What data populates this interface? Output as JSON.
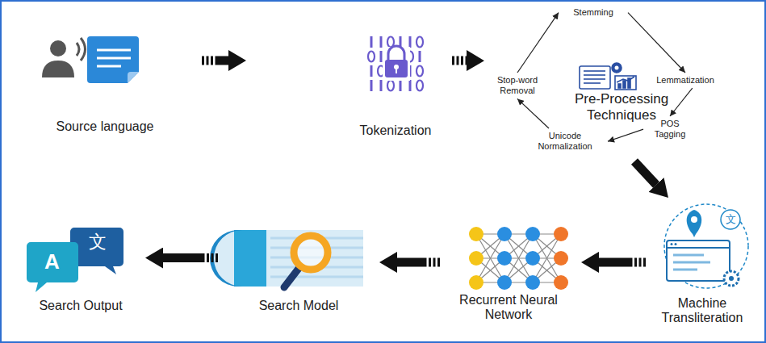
{
  "diagram": {
    "nodes": [
      {
        "text": [
          "Source language"
        ]
      },
      {
        "text": [
          "Tokenization"
        ]
      },
      {
        "text": [
          "Pre-Processing Techniques"
        ]
      },
      {
        "text": [
          "Stemming"
        ],
        "in": 2
      },
      {
        "text": [
          "Lemmatization"
        ],
        "in": 2
      },
      {
        "text": [
          "POS Tagging"
        ],
        "in": 2
      },
      {
        "text": [
          "Unicode Normalization"
        ],
        "in": 2
      },
      {
        "text": [
          "Stop-word Removal"
        ],
        "in": 2
      },
      {
        "text": [
          "Machine Transliteration"
        ]
      },
      {
        "text": [
          "Recurrent Neural Network"
        ]
      },
      {
        "text": [
          "Search Model"
        ]
      },
      {
        "text": [
          "Search Output"
        ]
      }
    ],
    "edges": [
      {
        "from": 0,
        "to": 1,
        "arrow": "to"
      },
      {
        "from": 1,
        "to": 2,
        "arrow": "to"
      },
      {
        "from": 3,
        "to": 4,
        "arrow": "to"
      },
      {
        "from": 4,
        "to": 5,
        "arrow": "to"
      },
      {
        "from": 5,
        "to": 6,
        "arrow": "to"
      },
      {
        "from": 6,
        "to": 7,
        "arrow": "to"
      },
      {
        "from": 7,
        "to": 3,
        "arrow": "to"
      },
      {
        "from": 2,
        "to": 8,
        "arrow": "to"
      },
      {
        "from": 8,
        "to": 9,
        "arrow": "to"
      },
      {
        "from": 9,
        "to": 10,
        "arrow": "to"
      },
      {
        "from": 10,
        "to": 11,
        "arrow": "to"
      }
    ],
    "labels": [
      "文",
      "A",
      "文"
    ]
  }
}
